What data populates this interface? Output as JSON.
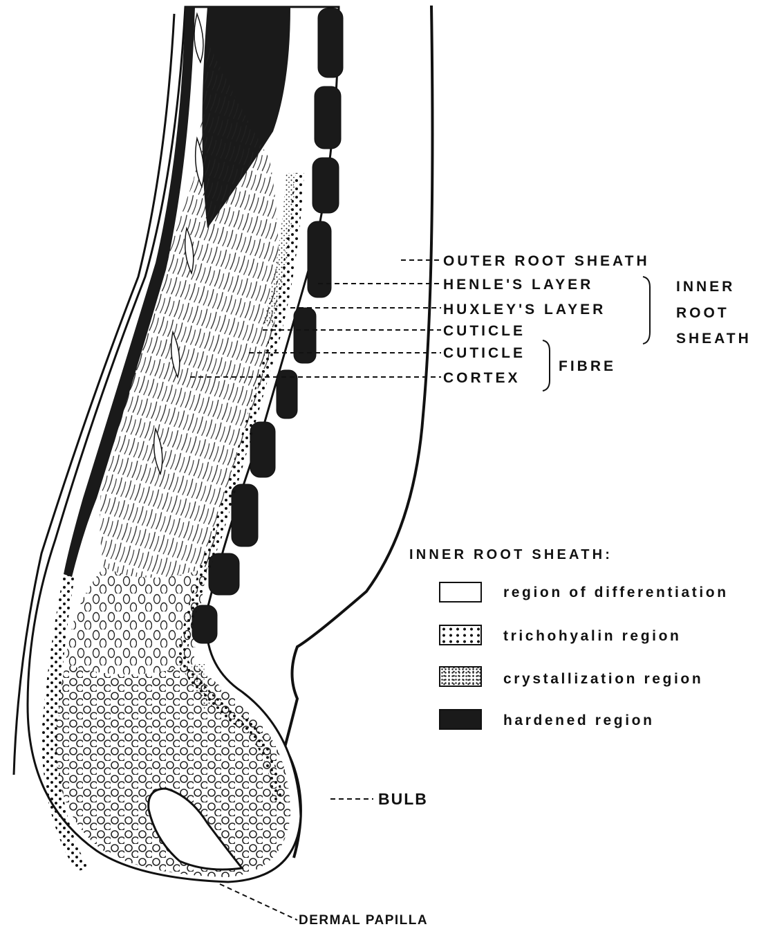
{
  "labels": {
    "outer_root_sheath": "OUTER ROOT SHEATH",
    "henles_layer": "HENLE'S LAYER",
    "huxleys_layer": "HUXLEY'S LAYER",
    "irs_cuticle": "CUTICLE",
    "fibre_cuticle": "CUTICLE",
    "cortex": "CORTEX",
    "inner_root_sheath_group": [
      "INNER",
      "ROOT",
      "SHEATH"
    ],
    "fibre_group": "FIBRE",
    "bulb": "BULB",
    "dermal_papilla": "DERMAL PAPILLA"
  },
  "legend": {
    "title": "INNER ROOT SHEATH:",
    "items": [
      {
        "label": "region of differentiation",
        "pattern": "blank-swatch"
      },
      {
        "label": "trichohyalin region",
        "pattern": "dotted-swatch"
      },
      {
        "label": "crystallization region",
        "pattern": "speckled-swatch"
      },
      {
        "label": "hardened region",
        "pattern": "solid-swatch"
      }
    ]
  },
  "colors": {
    "ink": "#111111",
    "paper": "#ffffff"
  }
}
